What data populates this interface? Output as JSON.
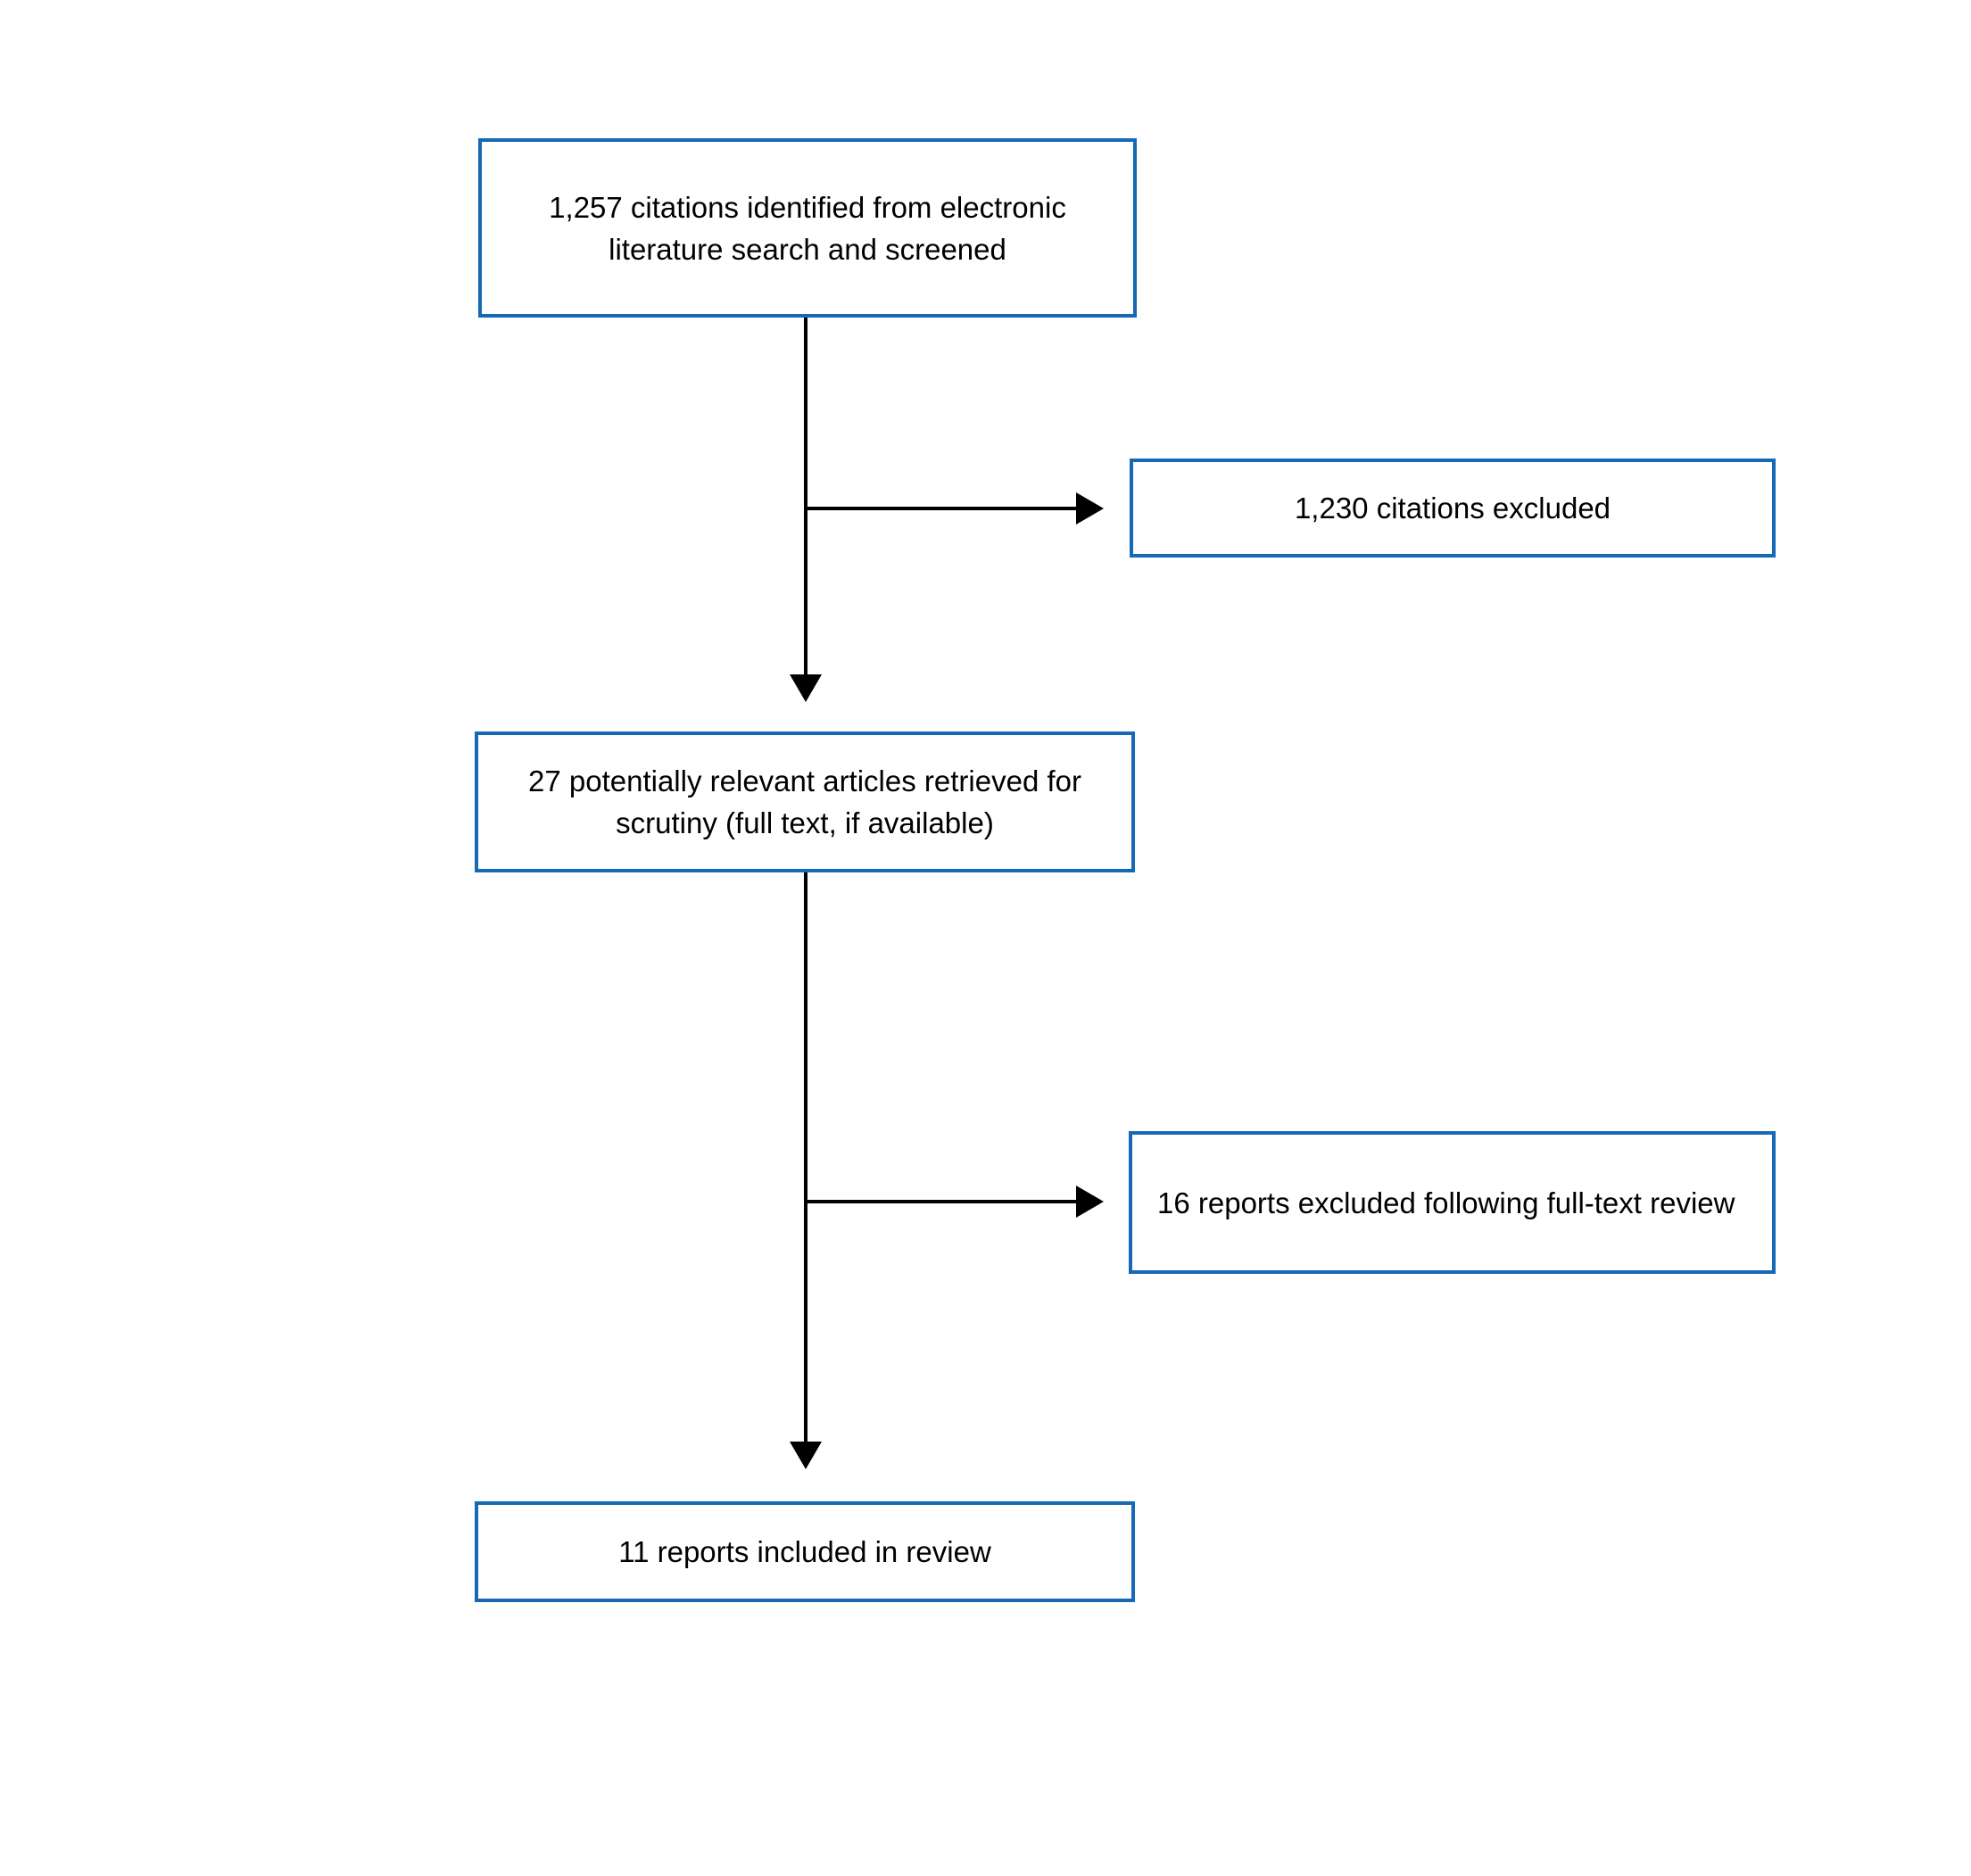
{
  "flowchart": {
    "nodes": [
      {
        "id": "citations-identified",
        "label": "1,257 citations identified from electronic literature search and screened"
      },
      {
        "id": "citations-excluded",
        "label": "1,230 citations excluded"
      },
      {
        "id": "articles-retrieved",
        "label": "27 potentially relevant articles retrieved for scrutiny (full text, if available)"
      },
      {
        "id": "reports-excluded",
        "label": "16 reports excluded following full-text review"
      },
      {
        "id": "reports-included",
        "label": "11 reports included in review"
      }
    ],
    "edges": [
      {
        "from": "citations-identified",
        "to": "articles-retrieved"
      },
      {
        "from": "citations-identified",
        "to": "citations-excluded"
      },
      {
        "from": "articles-retrieved",
        "to": "reports-included"
      },
      {
        "from": "articles-retrieved",
        "to": "reports-excluded"
      }
    ],
    "colors": {
      "box_border": "#1669B5",
      "arrow": "#000000",
      "text": "#000000",
      "background": "#FFFFFF"
    }
  }
}
